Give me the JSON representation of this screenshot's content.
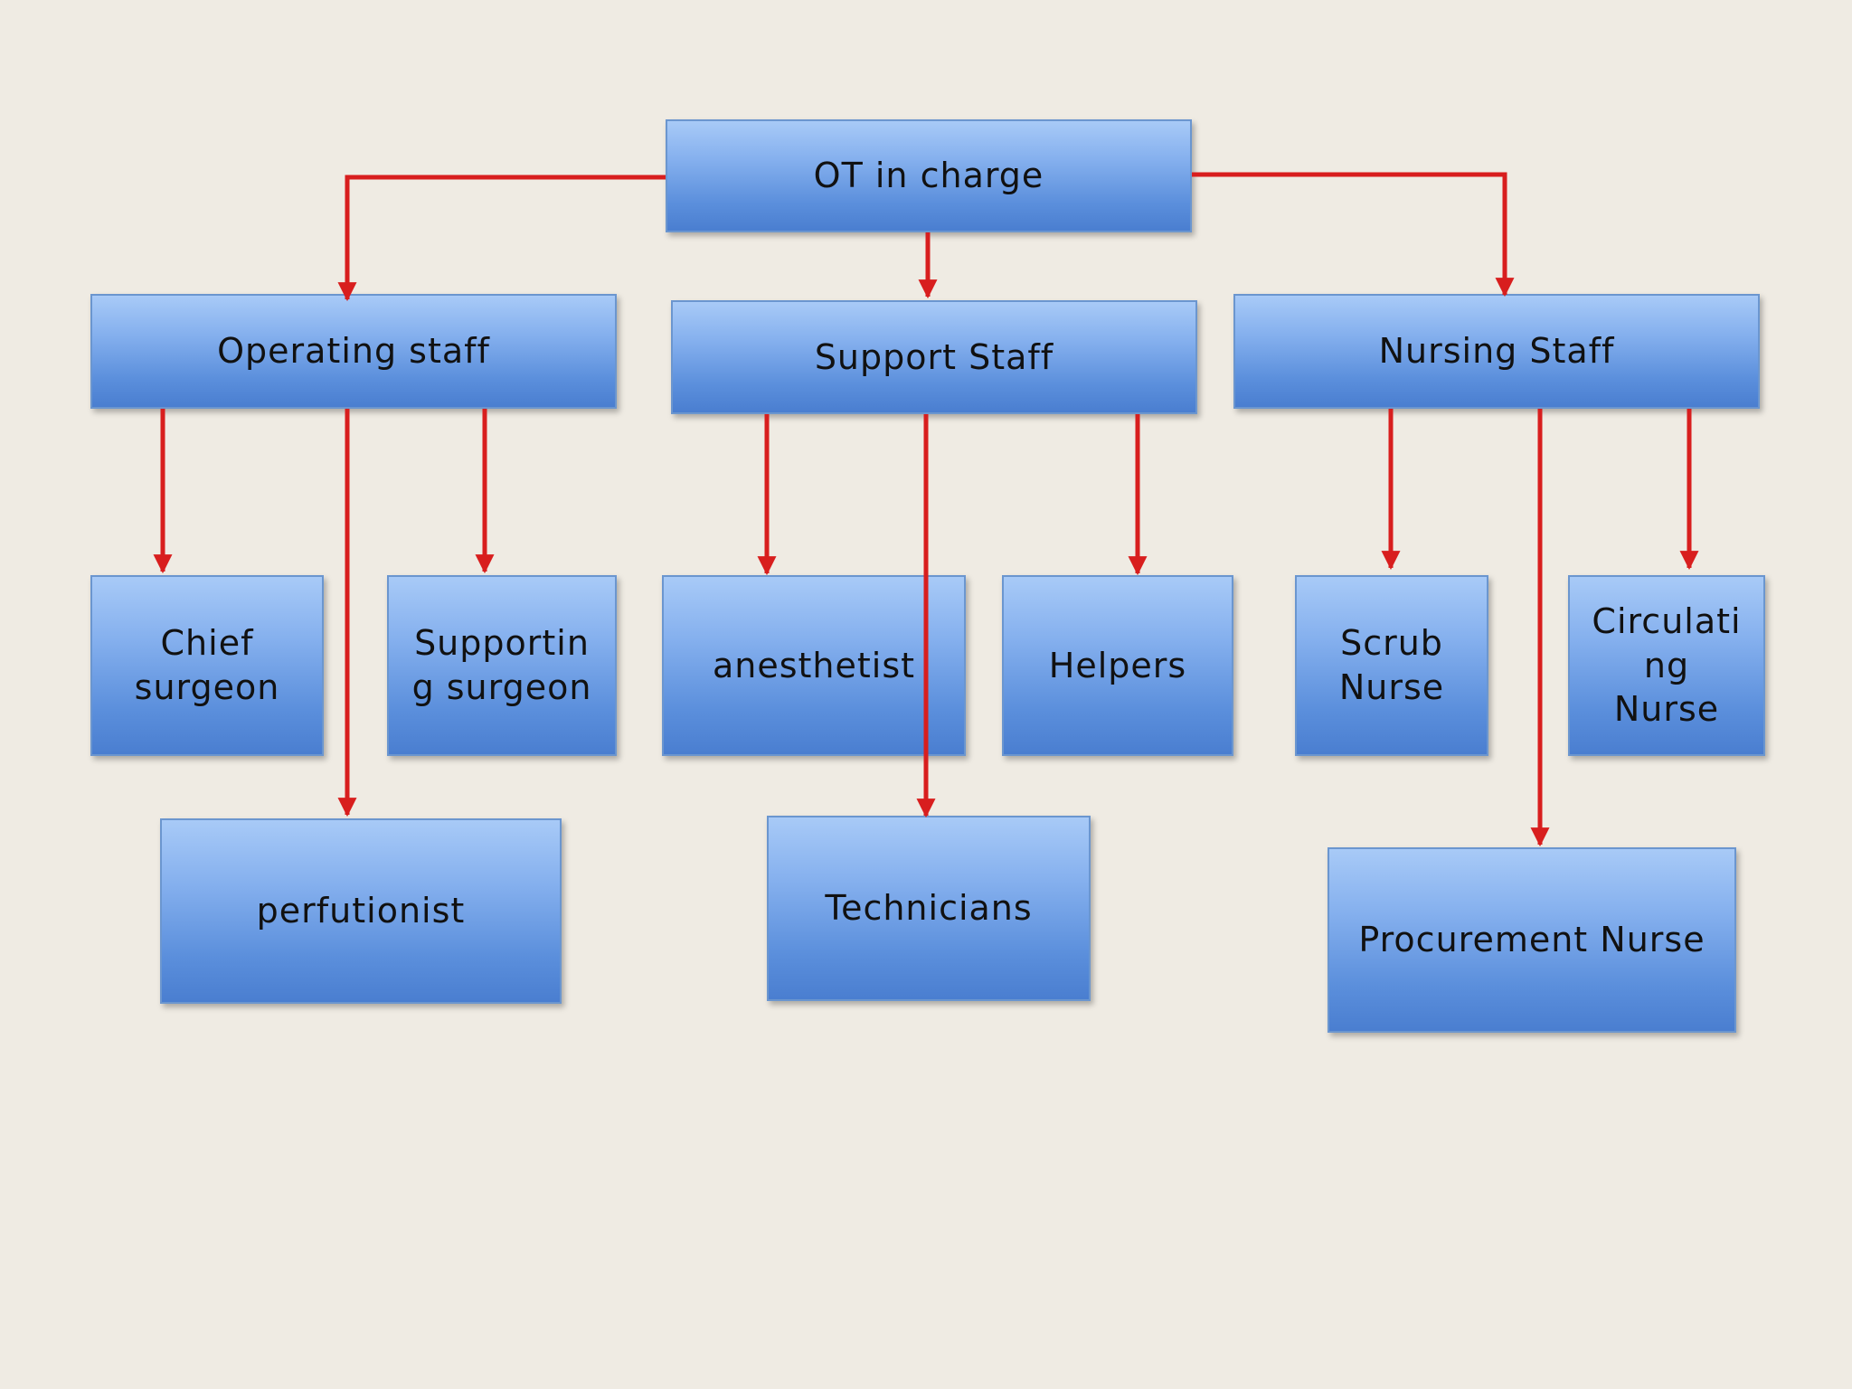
{
  "diagram": {
    "root": {
      "label": "OT in charge"
    },
    "groups": [
      {
        "label": "Operating staff"
      },
      {
        "label": "Support Staff"
      },
      {
        "label": "Nursing Staff"
      }
    ],
    "operating_staff": {
      "chief": "Chief\nsurgeon",
      "supporting": "Supportin\ng surgeon",
      "perfutionist": "perfutionist"
    },
    "support_staff": {
      "anesthetist": "anesthetist",
      "helpers": "Helpers",
      "technicians": "Technicians"
    },
    "nursing_staff": {
      "scrub": "Scrub\nNurse",
      "circulating": "Circulati\nng\nNurse",
      "procurement": "Procurement Nurse"
    },
    "colors": {
      "connector": "#d81e1e",
      "box_top": "#a8caf7",
      "box_bottom": "#4a7ed0",
      "background": "#efebe3"
    }
  }
}
